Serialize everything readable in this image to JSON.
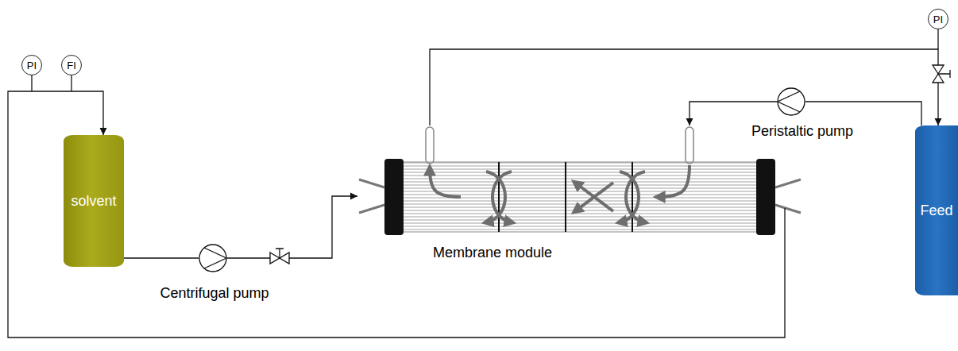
{
  "diagram": {
    "nodes": [
      {
        "text": [
          "PI"
        ]
      },
      {
        "text": [
          "FI"
        ]
      },
      {
        "text": [
          "solvent"
        ]
      },
      {
        "text": [
          "Centrifugal pump"
        ]
      },
      {
        "text": [
          "Membrane module"
        ]
      },
      {
        "text": [
          "Peristaltic pump"
        ]
      },
      {
        "text": [
          "Feed"
        ]
      },
      {
        "text": [
          "PI"
        ]
      }
    ],
    "edges": [
      {
        "from": 2,
        "to": 3,
        "arrow": "none"
      },
      {
        "from": 3,
        "to": 4,
        "arrow": "to"
      },
      {
        "from": 4,
        "to": 2,
        "arrow": "to"
      },
      {
        "from": 6,
        "to": 5,
        "arrow": "none"
      },
      {
        "from": 5,
        "to": 4,
        "arrow": "to"
      },
      {
        "from": 4,
        "to": 6,
        "arrow": "to"
      }
    ]
  }
}
